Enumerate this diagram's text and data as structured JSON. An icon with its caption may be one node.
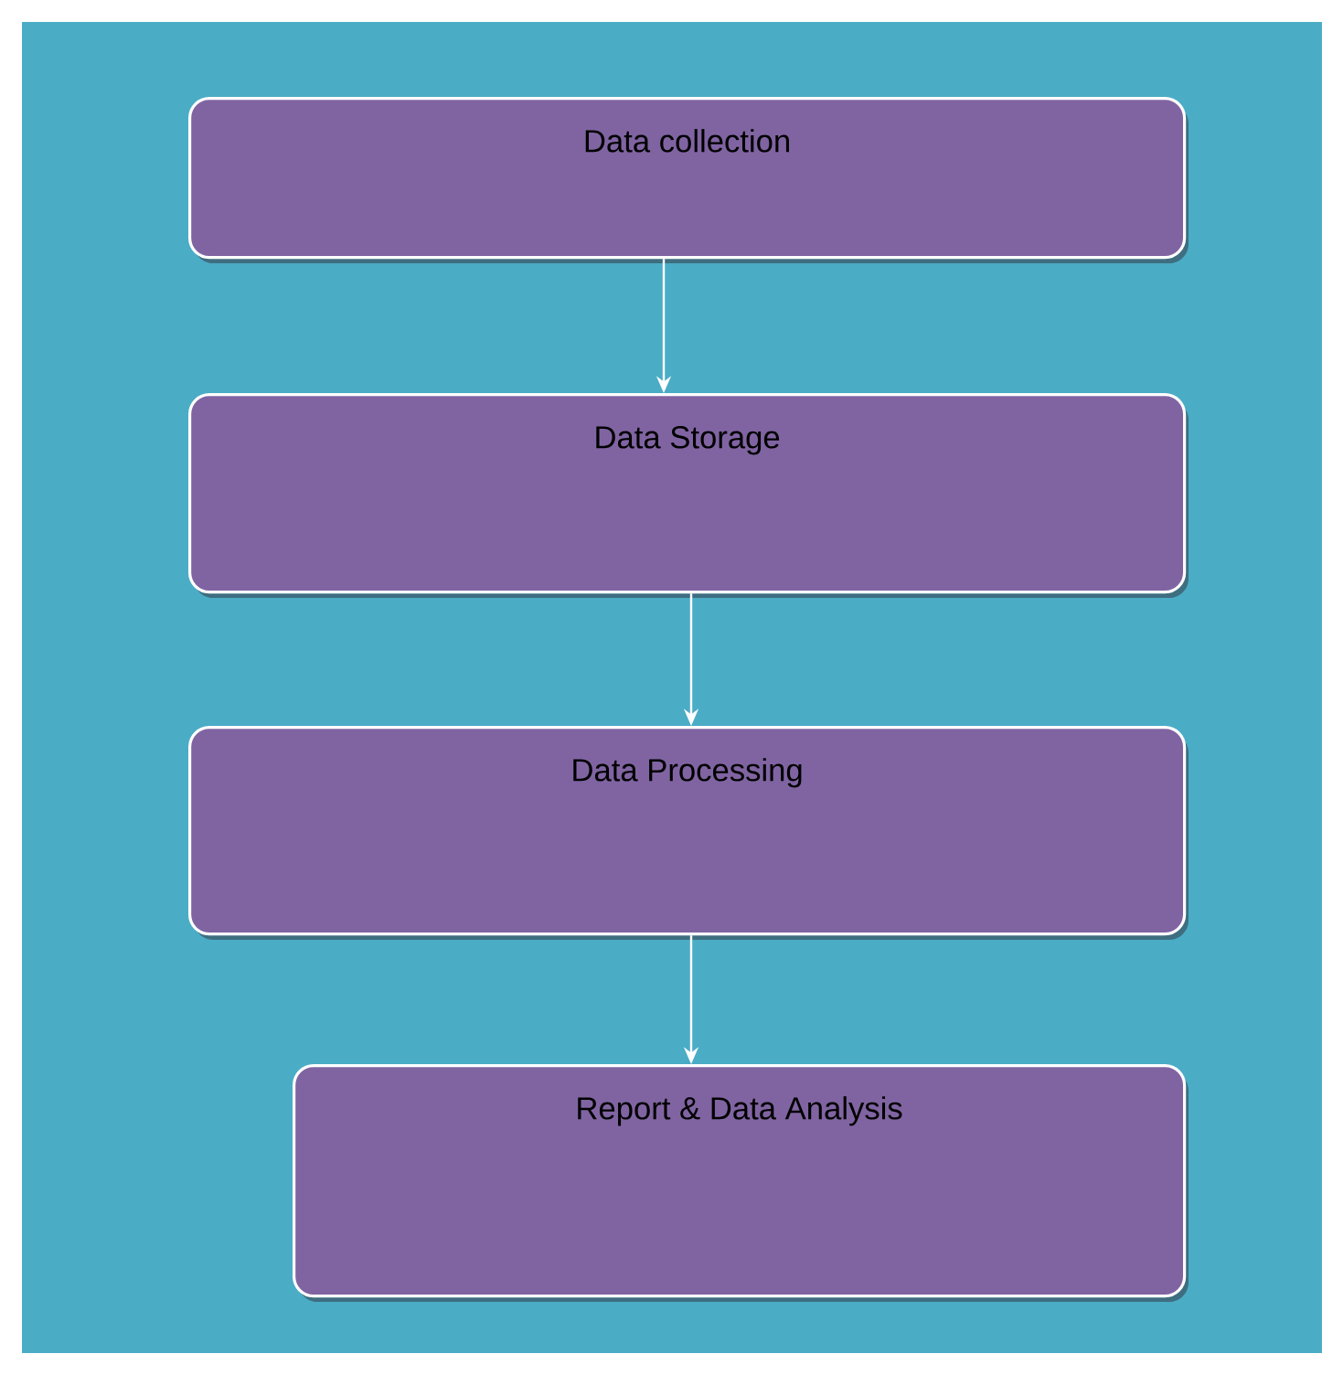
{
  "diagram": {
    "nodes": [
      {
        "text": [
          "Data collection"
        ]
      },
      {
        "text": [
          "Data Storage"
        ]
      },
      {
        "text": [
          "Data Processing"
        ]
      },
      {
        "text": [
          "Report & Data Analysis"
        ]
      }
    ],
    "edges": [
      {
        "from": 0,
        "to": 1,
        "arrow": "to"
      },
      {
        "from": 1,
        "to": 2,
        "arrow": "to"
      },
      {
        "from": 2,
        "to": 3,
        "arrow": "to"
      }
    ]
  }
}
